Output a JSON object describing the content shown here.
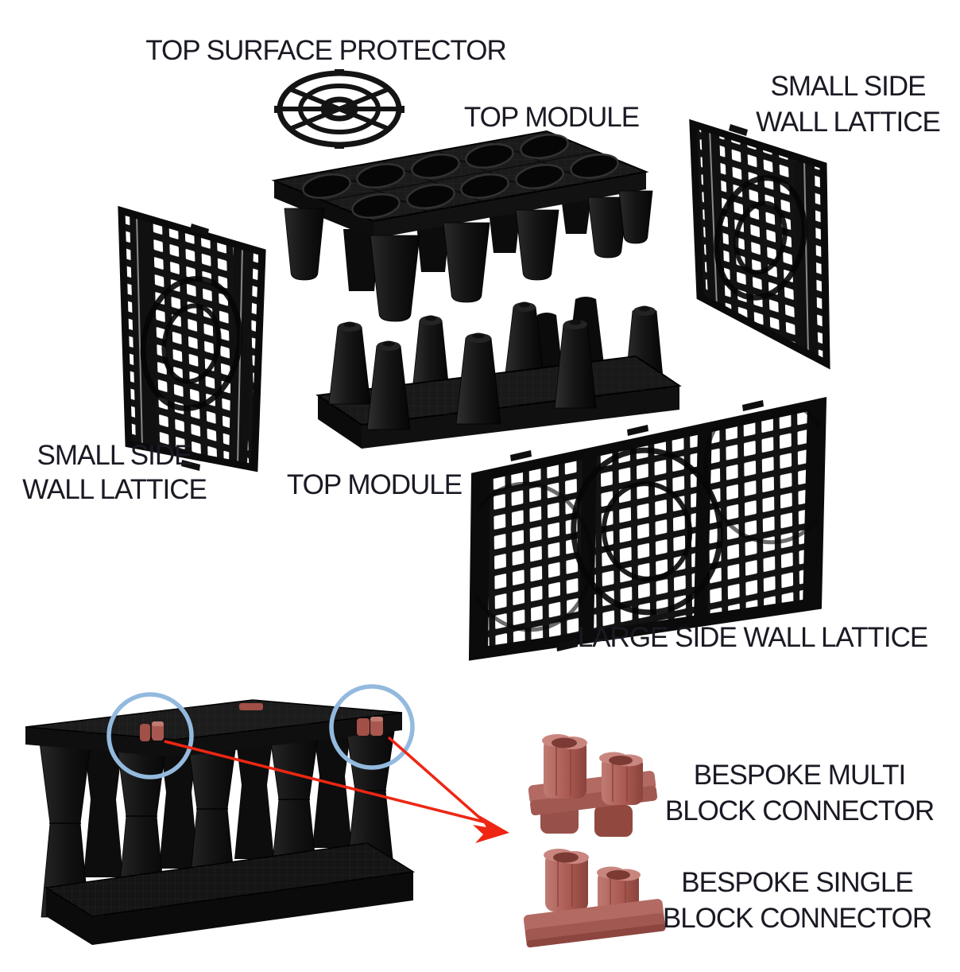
{
  "figure": {
    "background": "#ffffff",
    "text_color": "#1a1a24",
    "labels": {
      "top_surface_protector": "TOP SURFACE PROTECTOR",
      "top_module_upper": "TOP MODULE",
      "small_side_wall_right_line1": "SMALL SIDE",
      "small_side_wall_right_line2": "WALL LATTICE",
      "small_side_wall_left_line1": "SMALL SIDE",
      "small_side_wall_left_line2": "WALL LATTICE",
      "top_module_lower": "TOP MODULE",
      "large_side_wall": "LARGE SIDE WALL LATTICE",
      "multi_connector_line1": "BESPOKE MULTI",
      "multi_connector_line2": "BLOCK CONNECTOR",
      "single_connector_line1": "BESPOKE SINGLE",
      "single_connector_line2": "BLOCK CONNECTOR"
    },
    "colors": {
      "plastic_black": "#161616",
      "connector_body": "#b26a62",
      "connector_light": "#c9867f",
      "connector_dark": "#7b3a34",
      "highlight_circle_blue": "#93bade",
      "arrow_red": "#ee2613"
    }
  }
}
